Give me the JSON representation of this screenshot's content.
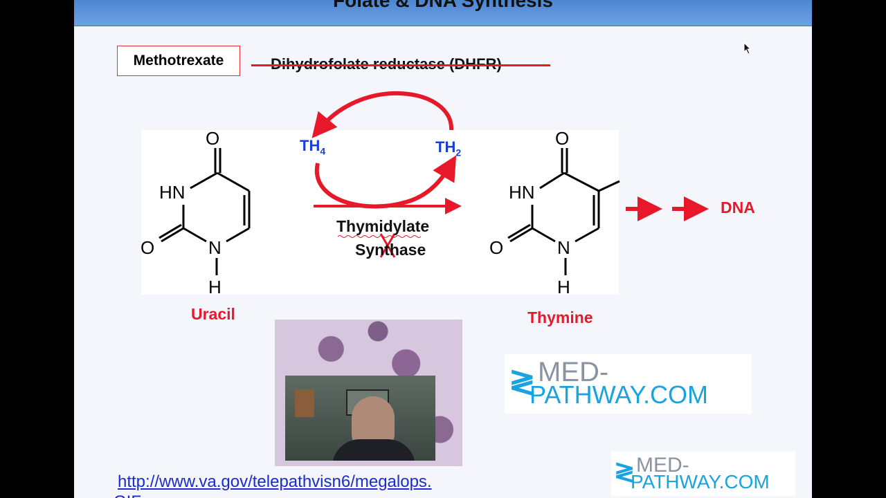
{
  "slide": {
    "title": "Folate & DNA Synthesis",
    "drug_label": "Methotrexate",
    "enzyme_label": "Dihydrofolate reductase (DHFR)"
  },
  "diagram": {
    "uracil": {
      "name": "Uracil",
      "atoms": {
        "o_top": "O",
        "hn": "HN",
        "o_left": "O",
        "n": "N",
        "h": "H"
      }
    },
    "thymine": {
      "name": "Thymine",
      "atoms": {
        "o_top": "O",
        "hn": "HN",
        "o_left": "O",
        "n": "N",
        "h": "H"
      }
    },
    "cofactor_left": {
      "base": "TH",
      "sub": "4"
    },
    "cofactor_right": {
      "base": "TH",
      "sub": "2"
    },
    "enzyme_line1": "Thymidylate",
    "enzyme_line2": "Synthase",
    "block_mark": "X",
    "product": "DNA"
  },
  "logos": {
    "large": {
      "line1": "MED-",
      "line2": "PATHWAY.COM"
    },
    "small": {
      "line1": "MED-",
      "line2": "PATHWAY.COM"
    }
  },
  "link": {
    "line1": "http://www.va.gov/telepathvisn6/megalops.",
    "line2": "GIF"
  },
  "colors": {
    "title_bar": "#5b93db",
    "arrow_red": "#e8182b",
    "cofactor_blue": "#1a3fd8",
    "logo_blue": "#1aa3de",
    "link_blue": "#1a2dcc"
  }
}
